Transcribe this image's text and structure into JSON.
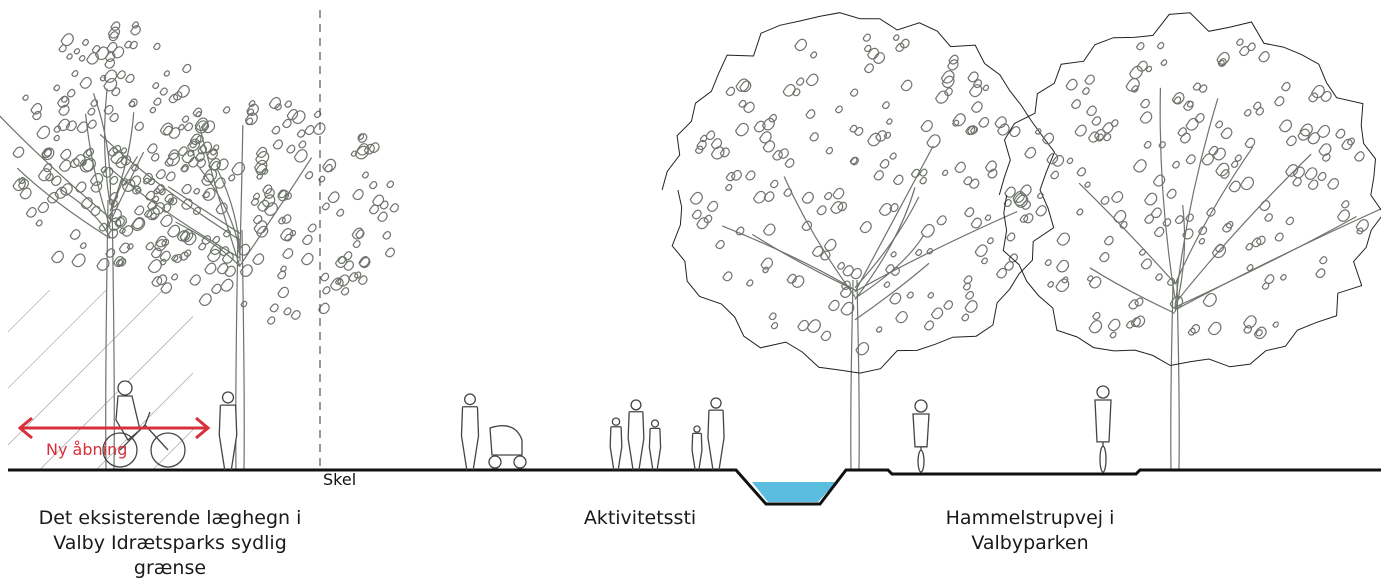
{
  "labels": {
    "skel": "Skel",
    "new_opening": "Ny åbning",
    "hedge_line1": "Det eksisterende læghegn i",
    "hedge_line2": "Valby Idrætsparks sydlig grænse",
    "activity_path": "Aktivitetssti",
    "road_line1": "Hammelstrupvej i",
    "road_line2": "Valbyparken"
  },
  "colors": {
    "tree_foliage": "#6e736c",
    "ground": "#111111",
    "water": "#5bbde0",
    "arrow": "#d8303a",
    "people": "#444444"
  },
  "icons": [
    "tree-icon",
    "cyclist-icon",
    "pedestrian-icon",
    "stroller-icon",
    "children-icon",
    "water-channel-icon",
    "double-arrow-icon"
  ]
}
